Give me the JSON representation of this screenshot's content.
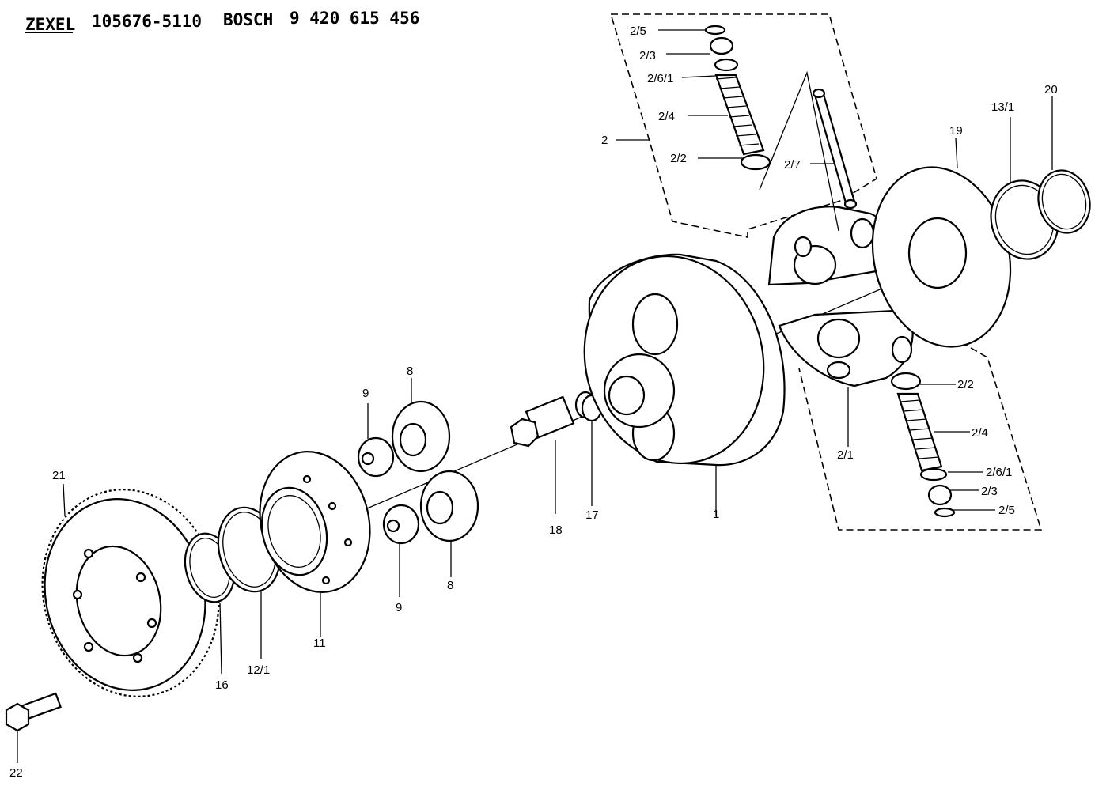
{
  "header": {
    "brand1": "ZEXEL",
    "part_no1": "105676-5110",
    "brand2": "BOSCH",
    "part_no2": "9 420 615 456"
  },
  "callouts": {
    "c_2_5_top": "2/5",
    "c_2_3_top": "2/3",
    "c_2_6_1_top": "2/6/1",
    "c_2_4_top": "2/4",
    "c_2": "2",
    "c_2_2_top": "2/2",
    "c_2_7": "2/7",
    "c_19": "19",
    "c_13_1": "13/1",
    "c_20": "20",
    "c_2_2_bot": "2/2",
    "c_2_4_bot": "2/4",
    "c_2_6_1_bot": "2/6/1",
    "c_2_3_bot": "2/3",
    "c_2_5_bot": "2/5",
    "c_2_1": "2/1",
    "c_1": "1",
    "c_17": "17",
    "c_18": "18",
    "c_8_top": "8",
    "c_9_top": "9",
    "c_8_bot": "8",
    "c_9_bot": "9",
    "c_11": "11",
    "c_12_1": "12/1",
    "c_16": "16",
    "c_21": "21",
    "c_22": "22"
  }
}
